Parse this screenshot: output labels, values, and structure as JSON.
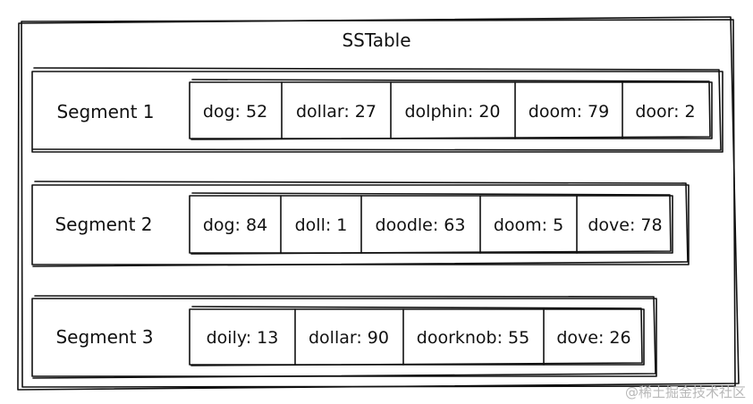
{
  "title": "SSTable",
  "segments": [
    {
      "label": "Segment 1",
      "entries": [
        "dog: 52",
        "dollar: 27",
        "dolphin: 20",
        "doom: 79",
        "door: 2"
      ]
    },
    {
      "label": "Segment 2",
      "entries": [
        "dog: 84",
        "doll: 1",
        "doodle: 63",
        "doom: 5",
        "dove: 78"
      ]
    },
    {
      "label": "Segment 3",
      "entries": [
        "doily: 13",
        "dollar: 90",
        "doorknob: 55",
        "dove: 26"
      ]
    }
  ],
  "watermark": "@稀土掘金技术社区"
}
